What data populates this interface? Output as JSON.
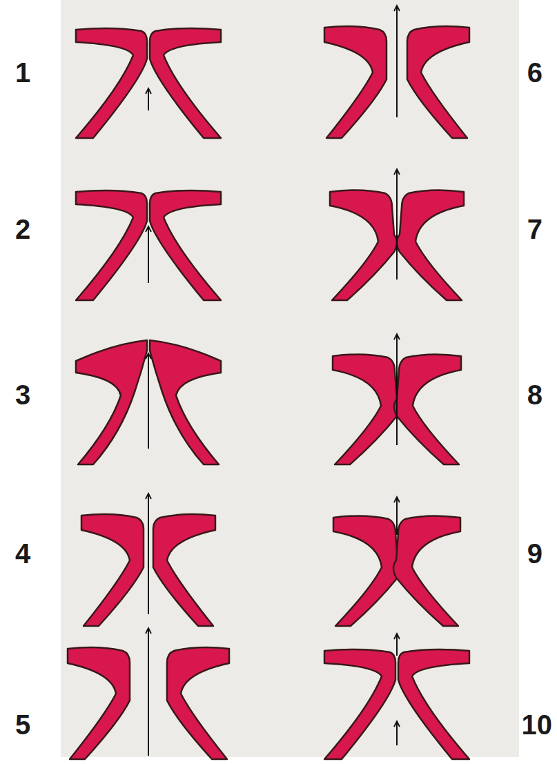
{
  "diagram": {
    "labels": [
      "1",
      "6",
      "2",
      "7",
      "3",
      "8",
      "4",
      "9",
      "5",
      "10"
    ]
  }
}
